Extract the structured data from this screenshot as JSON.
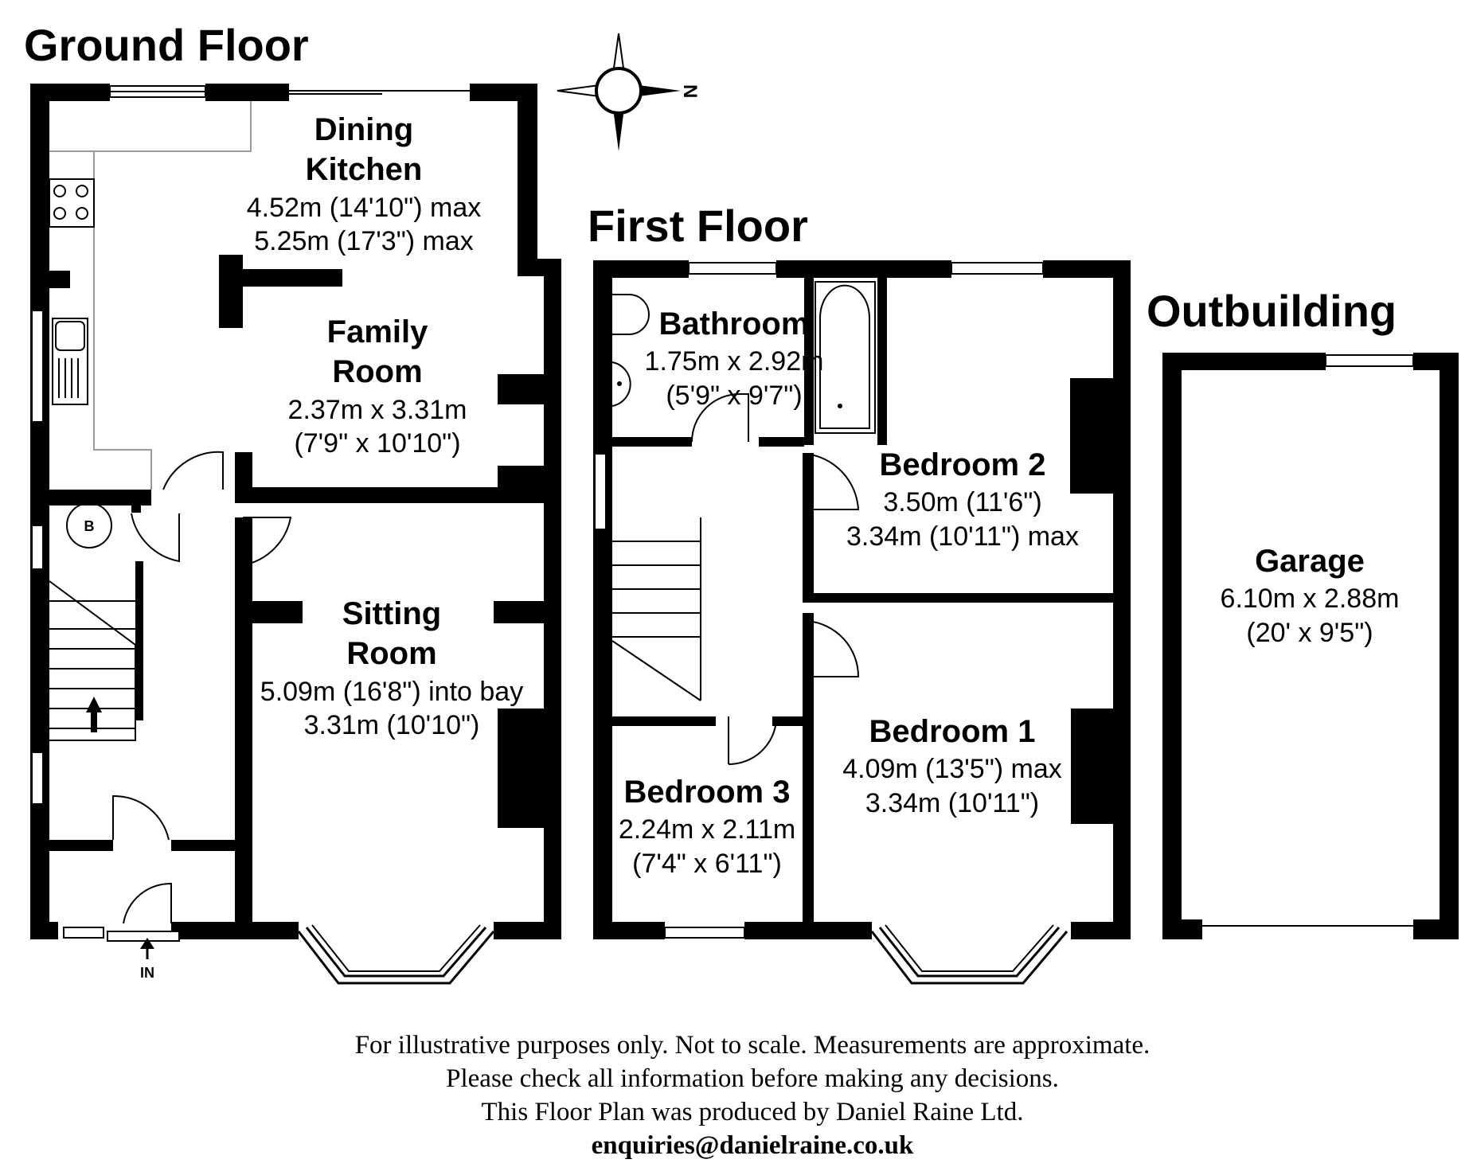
{
  "floors": {
    "ground": "Ground Floor",
    "first": "First Floor",
    "outbuilding": "Outbuilding"
  },
  "compass": {
    "label": "N"
  },
  "entrance": {
    "label": "IN"
  },
  "boiler": {
    "label": "B"
  },
  "rooms": {
    "dining_kitchen": {
      "name1": "Dining",
      "name2": "Kitchen",
      "dim1": "4.52m (14'10\") max",
      "dim2": "5.25m (17'3\") max"
    },
    "family_room": {
      "name1": "Family",
      "name2": "Room",
      "dim1": "2.37m x 3.31m",
      "dim2": "(7'9\" x 10'10\")"
    },
    "sitting_room": {
      "name1": "Sitting",
      "name2": "Room",
      "dim1": "5.09m (16'8\") into bay",
      "dim2": "3.31m (10'10\")"
    },
    "bathroom": {
      "name": "Bathroom",
      "dim1": "1.75m x 2.92m",
      "dim2": "(5'9\" x 9'7\")"
    },
    "bedroom2": {
      "name": "Bedroom 2",
      "dim1": "3.50m (11'6\")",
      "dim2": "3.34m (10'11\") max"
    },
    "bedroom1": {
      "name": "Bedroom 1",
      "dim1": "4.09m (13'5\") max",
      "dim2": "3.34m (10'11\")"
    },
    "bedroom3": {
      "name": "Bedroom 3",
      "dim1": "2.24m x 2.11m",
      "dim2": "(7'4\" x 6'11\")"
    },
    "garage": {
      "name": "Garage",
      "dim1": "6.10m x 2.88m",
      "dim2": "(20' x 9'5\")"
    }
  },
  "footer": {
    "line1": "For illustrative purposes only. Not to scale. Measurements are approximate.",
    "line2": "Please check all information before making any decisions.",
    "line3": "This Floor Plan was produced by Daniel Raine Ltd.",
    "email": "enquiries@danielraine.co.uk"
  }
}
